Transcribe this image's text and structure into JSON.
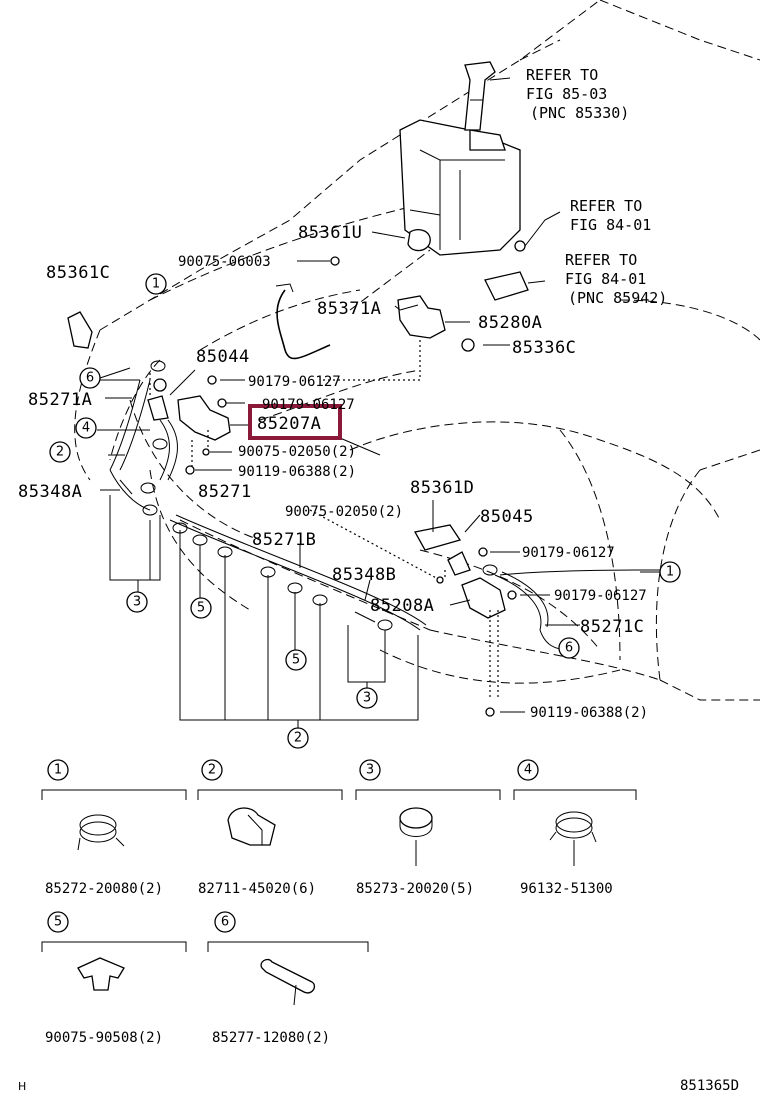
{
  "callouts": {
    "ref1_l1": "REFER TO",
    "ref1_l2": "FIG 85-03",
    "ref1_l3": "(PNC 85330)",
    "ref2_l1": "REFER TO",
    "ref2_l2": "FIG 84-01",
    "ref3_l1": "REFER TO",
    "ref3_l2": "FIG 84-01",
    "ref3_l3": "(PNC 85942)",
    "p85361U": "85361U",
    "p90075_06003": "90075-06003",
    "p85361C": "85361C",
    "p85371A": "85371A",
    "p85280A": "85280A",
    "p85336C": "85336C",
    "p85044": "85044",
    "p90179_06127a": "90179-06127",
    "p90179_06127b": "90179-06127",
    "p85271A": "85271A",
    "p85207A": "85207A",
    "p90075_02050a": "90075-02050(2)",
    "p90119_06388a": "90119-06388(2)",
    "p85348A": "85348A",
    "p85271": "85271",
    "p85361D": "85361D",
    "p90075_02050b": "90075-02050(2)",
    "p85045": "85045",
    "p85271B": "85271B",
    "p90179_06127c": "90179-06127",
    "p85348B": "85348B",
    "p90179_06127d": "90179-06127",
    "p85208A": "85208A",
    "p85271C": "85271C",
    "p90119_06388b": "90119-06388(2)"
  },
  "circle_nums": {
    "n1": "1",
    "n2": "2",
    "n3": "3",
    "n4": "4",
    "n5": "5",
    "n6": "6"
  },
  "legend": {
    "items": [
      {
        "num": "1",
        "part": "85272-20080(2)"
      },
      {
        "num": "2",
        "part": "82711-45020(6)"
      },
      {
        "num": "3",
        "part": "85273-20020(5)"
      },
      {
        "num": "4",
        "part": "96132-51300"
      },
      {
        "num": "5",
        "part": "90075-90508(2)"
      },
      {
        "num": "6",
        "part": "85277-12080(2)"
      }
    ]
  },
  "footer": {
    "left": "H",
    "code": "851365D"
  },
  "highlight_color": "#8b1a3a"
}
